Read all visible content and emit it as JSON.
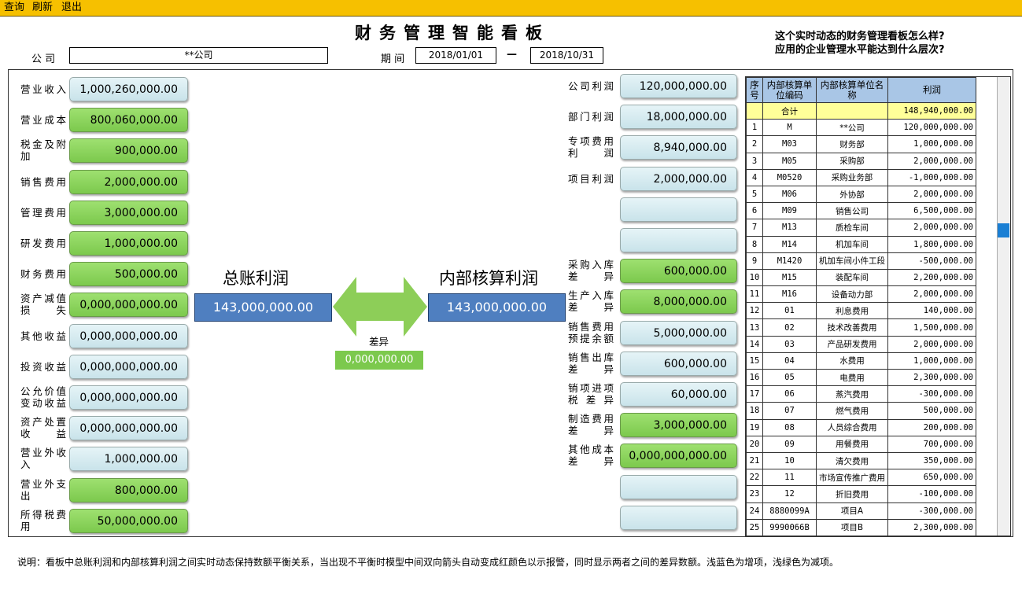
{
  "menu": [
    "查询",
    "刷新",
    "退出"
  ],
  "header": {
    "title": "财务管理智能看板",
    "company_label": "公 司",
    "company_value": "**公司",
    "period_label": "期 间",
    "period_from": "2018/01/01",
    "period_dash": "—",
    "period_to": "2018/10/31",
    "question_line1": "这个实时动态的财务管理看板怎么样?",
    "question_line2": "应用的企业管理水平能达到什么层次?"
  },
  "left_items": [
    {
      "label": "营业收入",
      "value": "1,000,260,000.00",
      "style": "blue"
    },
    {
      "label": "营业成本",
      "value": "800,060,000.00",
      "style": "green"
    },
    {
      "label": "税金及附加",
      "value": "900,000.00",
      "style": "green"
    },
    {
      "label": "销售费用",
      "value": "2,000,000.00",
      "style": "green"
    },
    {
      "label": "管理费用",
      "value": "3,000,000.00",
      "style": "green"
    },
    {
      "label": "研发费用",
      "value": "1,000,000.00",
      "style": "green"
    },
    {
      "label": "财务费用",
      "value": "500,000.00",
      "style": "green"
    },
    {
      "label": "资产减值损失",
      "value": "0,000,000,000.00",
      "style": "green"
    },
    {
      "label": "其他收益",
      "value": "0,000,000,000.00",
      "style": "blue"
    },
    {
      "label": "投资收益",
      "value": "0,000,000,000.00",
      "style": "blue"
    },
    {
      "label": "公允价值变动收益",
      "value": "0,000,000,000.00",
      "style": "blue"
    },
    {
      "label": "资产处置收益",
      "value": "0,000,000,000.00",
      "style": "blue"
    },
    {
      "label": "营业外收入",
      "value": "1,000,000.00",
      "style": "blue"
    },
    {
      "label": "营业外支出",
      "value": "800,000.00",
      "style": "green"
    },
    {
      "label": "所得税费用",
      "value": "50,000,000.00",
      "style": "green"
    }
  ],
  "center": {
    "gl_label": "总账利润",
    "gl_value": "143,000,000.00",
    "ia_label": "内部核算利润",
    "ia_value": "143,000,000.00",
    "diff_label": "差异",
    "diff_value": "0,000,000.00",
    "arrow_color": "#8dce58"
  },
  "right_items": [
    {
      "label": "公司利润",
      "value": "120,000,000.00",
      "style": "blue"
    },
    {
      "label": "部门利润",
      "value": "18,000,000.00",
      "style": "blue"
    },
    {
      "label": "专项费用利润",
      "value": "8,940,000.00",
      "style": "blue"
    },
    {
      "label": "项目利润",
      "value": "2,000,000.00",
      "style": "blue"
    },
    {
      "label": "",
      "value": "",
      "style": "blue"
    },
    {
      "label": "",
      "value": "",
      "style": "blue"
    },
    {
      "label": "采购入库差异",
      "value": "600,000.00",
      "style": "green"
    },
    {
      "label": "生产入库差异",
      "value": "8,000,000.00",
      "style": "green"
    },
    {
      "label": "销售费用预提余额",
      "value": "5,000,000.00",
      "style": "blue"
    },
    {
      "label": "销售出库差异",
      "value": "600,000.00",
      "style": "blue"
    },
    {
      "label": "销项进项税差异",
      "value": "60,000.00",
      "style": "blue"
    },
    {
      "label": "制造费用差异",
      "value": "3,000,000.00",
      "style": "green"
    },
    {
      "label": "其他成本差异",
      "value": "0,000,000,000.00",
      "style": "green"
    },
    {
      "label": "",
      "value": "",
      "style": "blue"
    },
    {
      "label": "",
      "value": "",
      "style": "blue"
    }
  ],
  "table": {
    "headers": [
      "序号",
      "内部核算单位编码",
      "内部核算单位名称",
      "利润"
    ],
    "total": {
      "no": "",
      "code": "合计",
      "name": "",
      "profit": "148,940,000.00"
    },
    "rows": [
      {
        "no": "1",
        "code": "M",
        "name": "**公司",
        "profit": "120,000,000.00"
      },
      {
        "no": "2",
        "code": "M03",
        "name": "财务部",
        "profit": "1,000,000.00"
      },
      {
        "no": "3",
        "code": "M05",
        "name": "采购部",
        "profit": "2,000,000.00"
      },
      {
        "no": "4",
        "code": "M0520",
        "name": "采购业务部",
        "profit": "-1,000,000.00"
      },
      {
        "no": "5",
        "code": "M06",
        "name": "外协部",
        "profit": "2,000,000.00"
      },
      {
        "no": "6",
        "code": "M09",
        "name": "销售公司",
        "profit": "6,500,000.00"
      },
      {
        "no": "7",
        "code": "M13",
        "name": "质检车间",
        "profit": "2,000,000.00"
      },
      {
        "no": "8",
        "code": "M14",
        "name": "机加车间",
        "profit": "1,800,000.00"
      },
      {
        "no": "9",
        "code": "M1420",
        "name": "机加车间小件工段",
        "profit": "-500,000.00"
      },
      {
        "no": "10",
        "code": "M15",
        "name": "装配车间",
        "profit": "2,200,000.00"
      },
      {
        "no": "11",
        "code": "M16",
        "name": "设备动力部",
        "profit": "2,000,000.00"
      },
      {
        "no": "12",
        "code": "01",
        "name": "利息费用",
        "profit": "140,000.00"
      },
      {
        "no": "13",
        "code": "02",
        "name": "技术改善费用",
        "profit": "1,500,000.00"
      },
      {
        "no": "14",
        "code": "03",
        "name": "产品研发费用",
        "profit": "2,000,000.00"
      },
      {
        "no": "15",
        "code": "04",
        "name": "水费用",
        "profit": "1,000,000.00"
      },
      {
        "no": "16",
        "code": "05",
        "name": "电费用",
        "profit": "2,300,000.00"
      },
      {
        "no": "17",
        "code": "06",
        "name": "蒸汽费用",
        "profit": "-300,000.00"
      },
      {
        "no": "18",
        "code": "07",
        "name": "燃气费用",
        "profit": "500,000.00"
      },
      {
        "no": "19",
        "code": "08",
        "name": "人员综合费用",
        "profit": "200,000.00"
      },
      {
        "no": "20",
        "code": "09",
        "name": "用餐费用",
        "profit": "700,000.00"
      },
      {
        "no": "21",
        "code": "10",
        "name": "清欠费用",
        "profit": "350,000.00"
      },
      {
        "no": "22",
        "code": "11",
        "name": "市场宣传推广费用",
        "profit": "650,000.00"
      },
      {
        "no": "23",
        "code": "12",
        "name": "折旧费用",
        "profit": "-100,000.00"
      },
      {
        "no": "24",
        "code": "8880099A",
        "name": "项目A",
        "profit": "-300,000.00"
      },
      {
        "no": "25",
        "code": "9990066B",
        "name": "项目B",
        "profit": "2,300,000.00"
      }
    ]
  },
  "note": "说明：看板中总账利润和内部核算利润之间实时动态保持数额平衡关系，当出现不平衡时模型中间双向箭头自动变成红颜色以示报警，同时显示两者之间的差异数额。浅蓝色为增项，浅绿色为减项。"
}
